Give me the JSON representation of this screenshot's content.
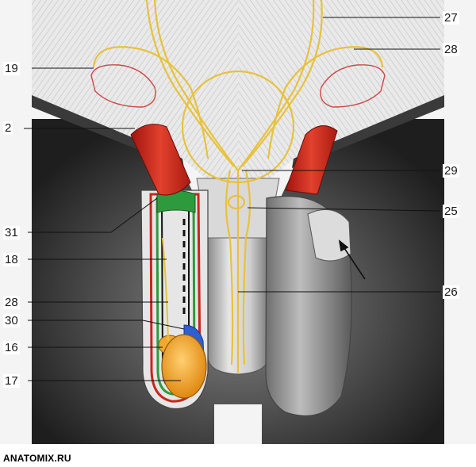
{
  "colors": {
    "nerve_yellow": "#e8c23a",
    "muscle_red": "#c8261c",
    "layer_green": "#2e9a3e",
    "testis_orange": "#f0a020",
    "vessel_blue": "#2f5fd0",
    "skin_grey": "#b8b8b8",
    "dark_bg": "#2a2a2a"
  },
  "callouts": {
    "left": [
      {
        "label": "19"
      },
      {
        "label": "2"
      },
      {
        "label": "31"
      },
      {
        "label": "18"
      },
      {
        "label": "28"
      },
      {
        "label": "30"
      },
      {
        "label": "16"
      },
      {
        "label": "17"
      }
    ],
    "right": [
      {
        "label": "27"
      },
      {
        "label": "28"
      },
      {
        "label": "29"
      },
      {
        "label": "25"
      },
      {
        "label": "26"
      }
    ]
  },
  "watermark": "ANATOMIX.RU"
}
